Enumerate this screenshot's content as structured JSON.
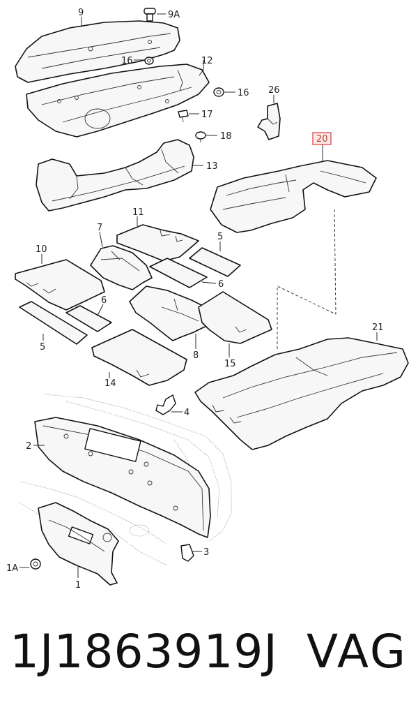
{
  "diagram": {
    "callouts": {
      "c9": "9",
      "c9a": "9A",
      "c16a": "16",
      "c12": "12",
      "c16b": "16",
      "c26": "26",
      "c17": "17",
      "c18": "18",
      "c13": "13",
      "c20": "20",
      "c11": "11",
      "c7": "7",
      "c10": "10",
      "c5a": "5",
      "c6a": "6",
      "c6b": "6",
      "c5b": "5",
      "c21": "21",
      "c8": "8",
      "c15": "15",
      "c14": "14",
      "c4": "4",
      "c2": "2",
      "c3": "3",
      "c1a": "1A",
      "c1": "1"
    },
    "highlighted_callout": "20",
    "highlight_color": "#e03a3a"
  },
  "footer": {
    "part_number": "1J1863919J",
    "brand": "VAG"
  }
}
